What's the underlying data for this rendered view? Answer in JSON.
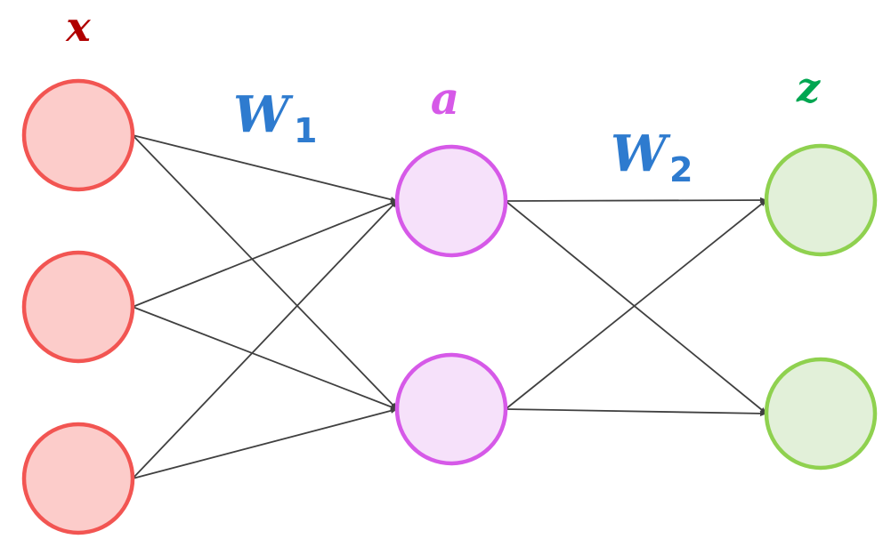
{
  "layers": {
    "input": {
      "label": "x",
      "nodes": 3,
      "fill": "#fcccca",
      "stroke": "#f25552",
      "label_color": "#b00000"
    },
    "hidden": {
      "label": "a",
      "nodes": 2,
      "fill": "#f6e1fa",
      "stroke": "#d659e8",
      "label_color": "#d659e8"
    },
    "output": {
      "label": "z",
      "nodes": 2,
      "fill": "#e2f0d9",
      "stroke": "#8fd14f",
      "label_color": "#00a651"
    }
  },
  "weights": [
    {
      "symbol": "W",
      "subscript": "1",
      "color": "#2e7bcf"
    },
    {
      "symbol": "W",
      "subscript": "2",
      "color": "#2e7bcf"
    }
  ],
  "edge_color": "#404040"
}
